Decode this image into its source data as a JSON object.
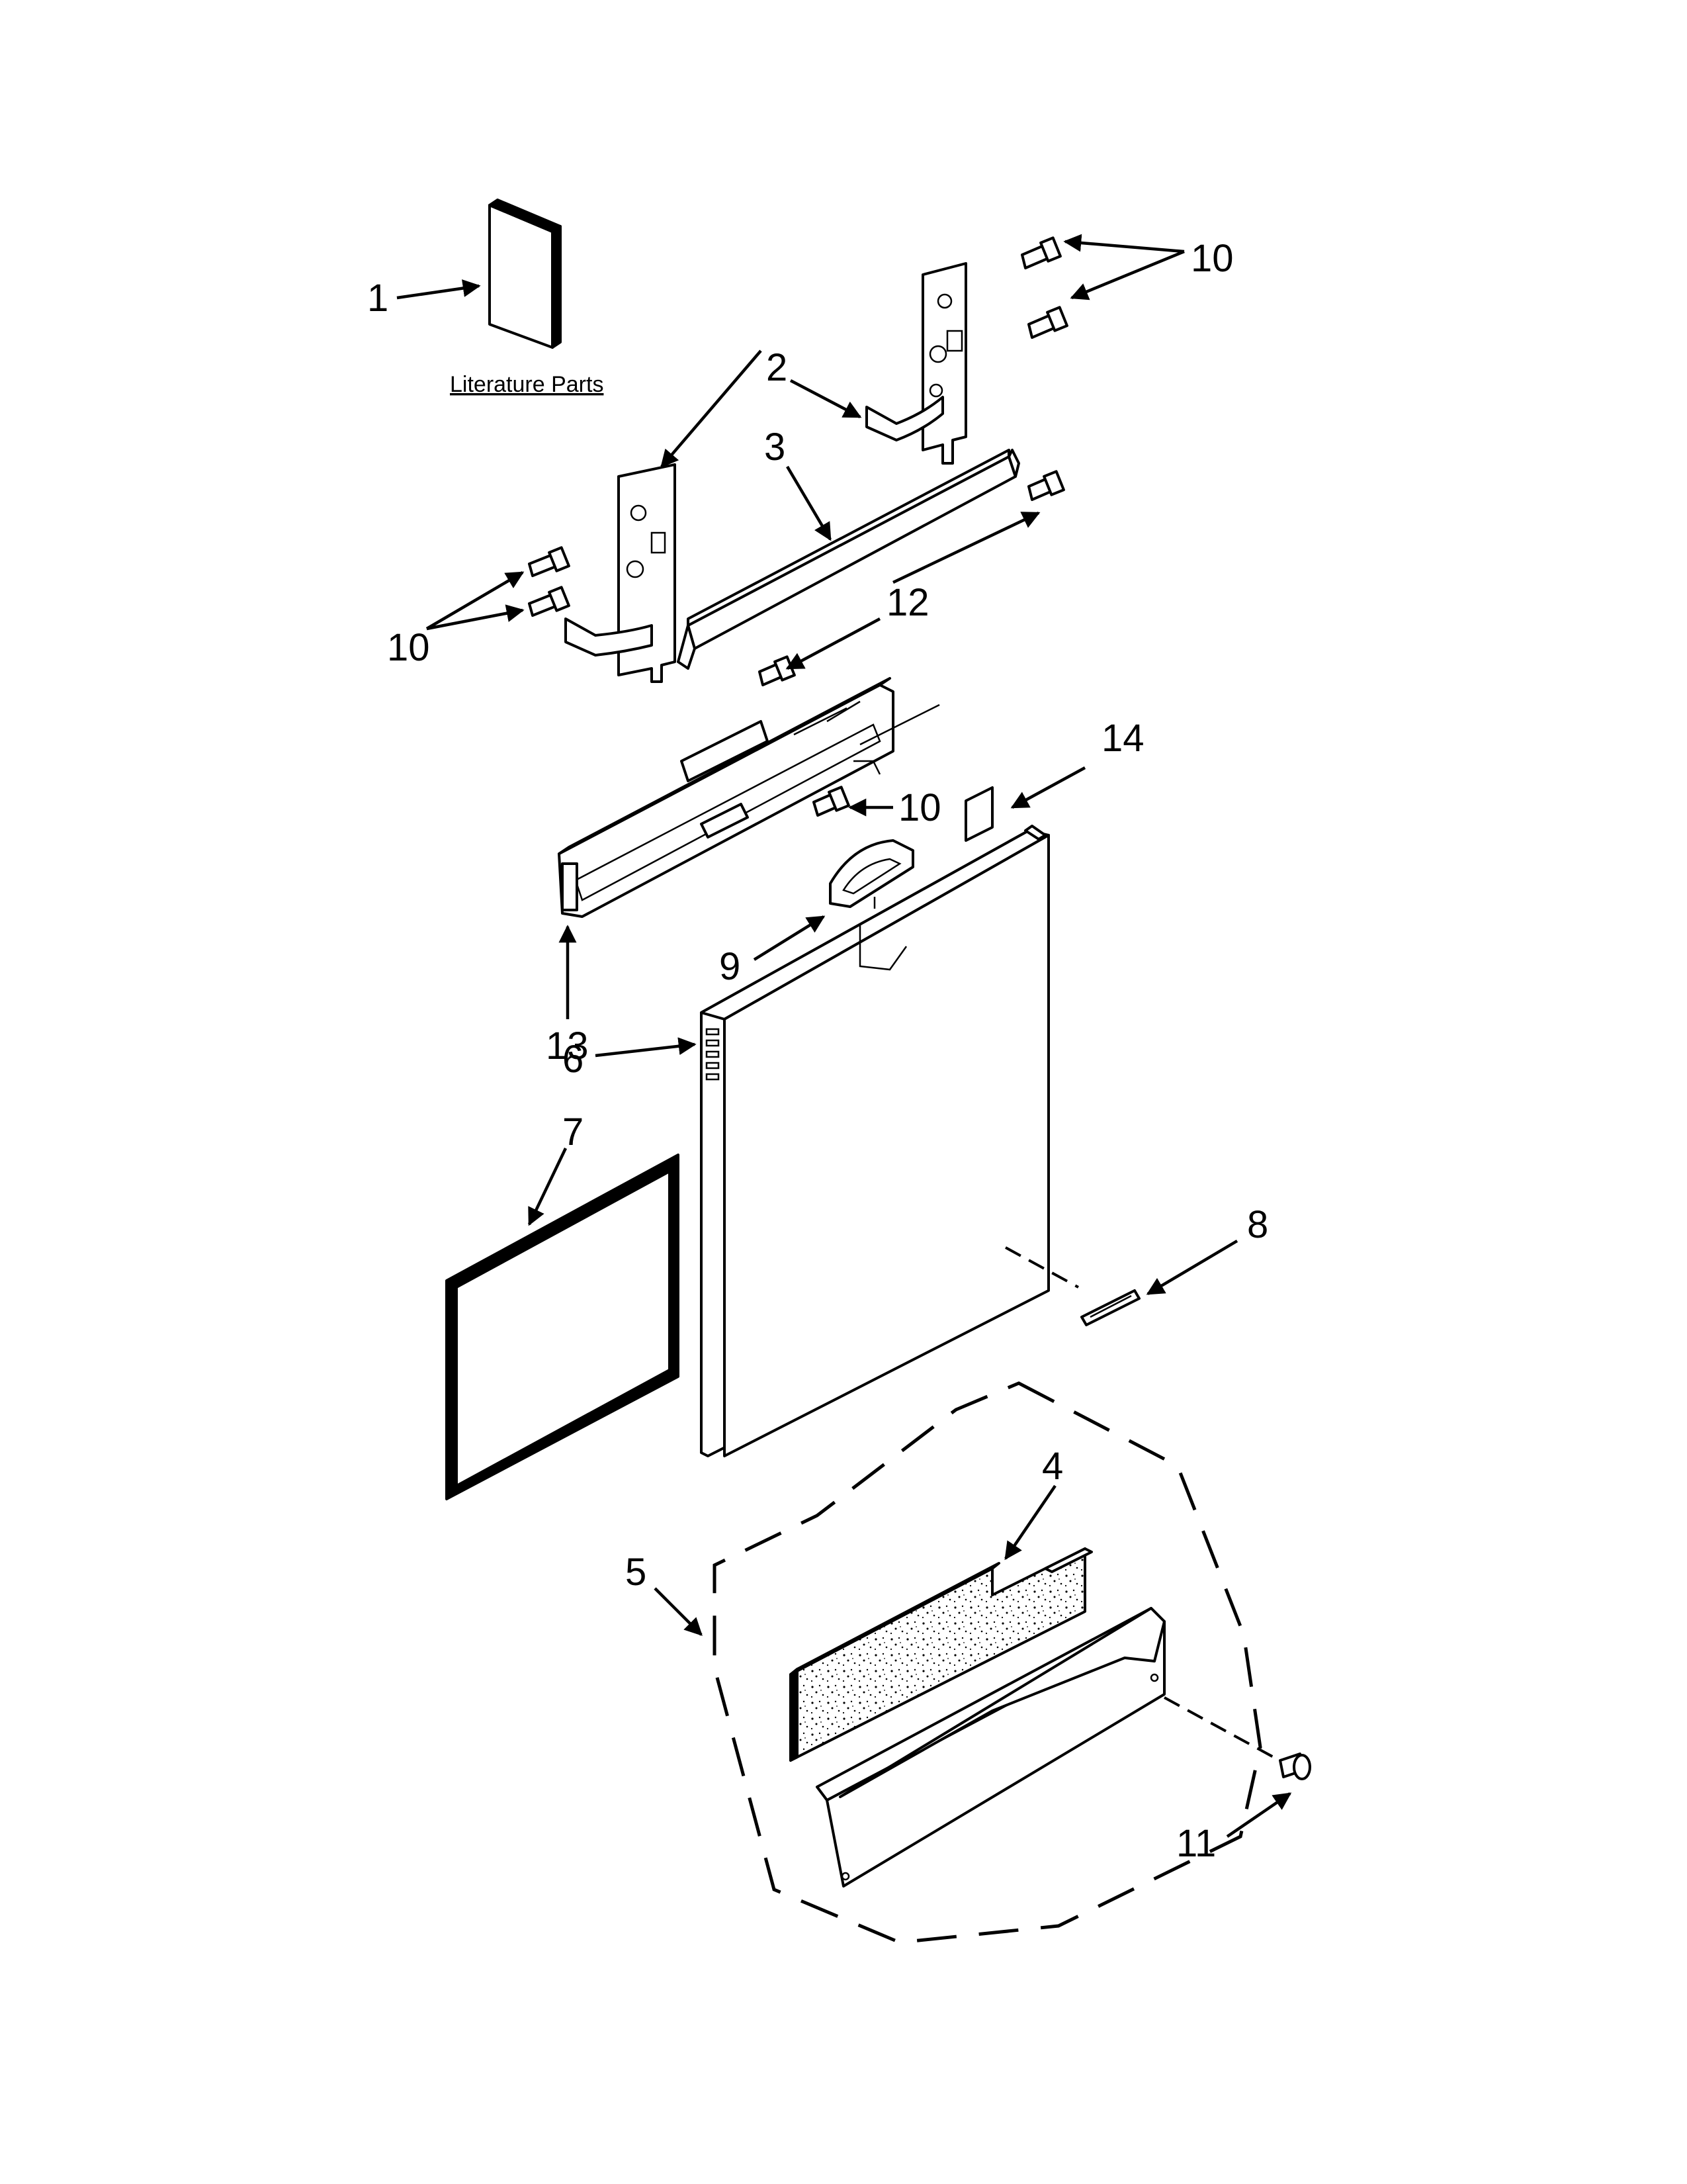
{
  "literature": {
    "caption": "Literature Parts"
  },
  "callouts": {
    "c1": "1",
    "c2": "2",
    "c3": "3",
    "c4": "4",
    "c5": "5",
    "c6": "6",
    "c7": "7",
    "c8": "8",
    "c9": "9",
    "c10_top": "10",
    "c10_left": "10",
    "c10_mid": "10",
    "c11": "11",
    "c12": "12",
    "c13": "13",
    "c14": "14"
  }
}
